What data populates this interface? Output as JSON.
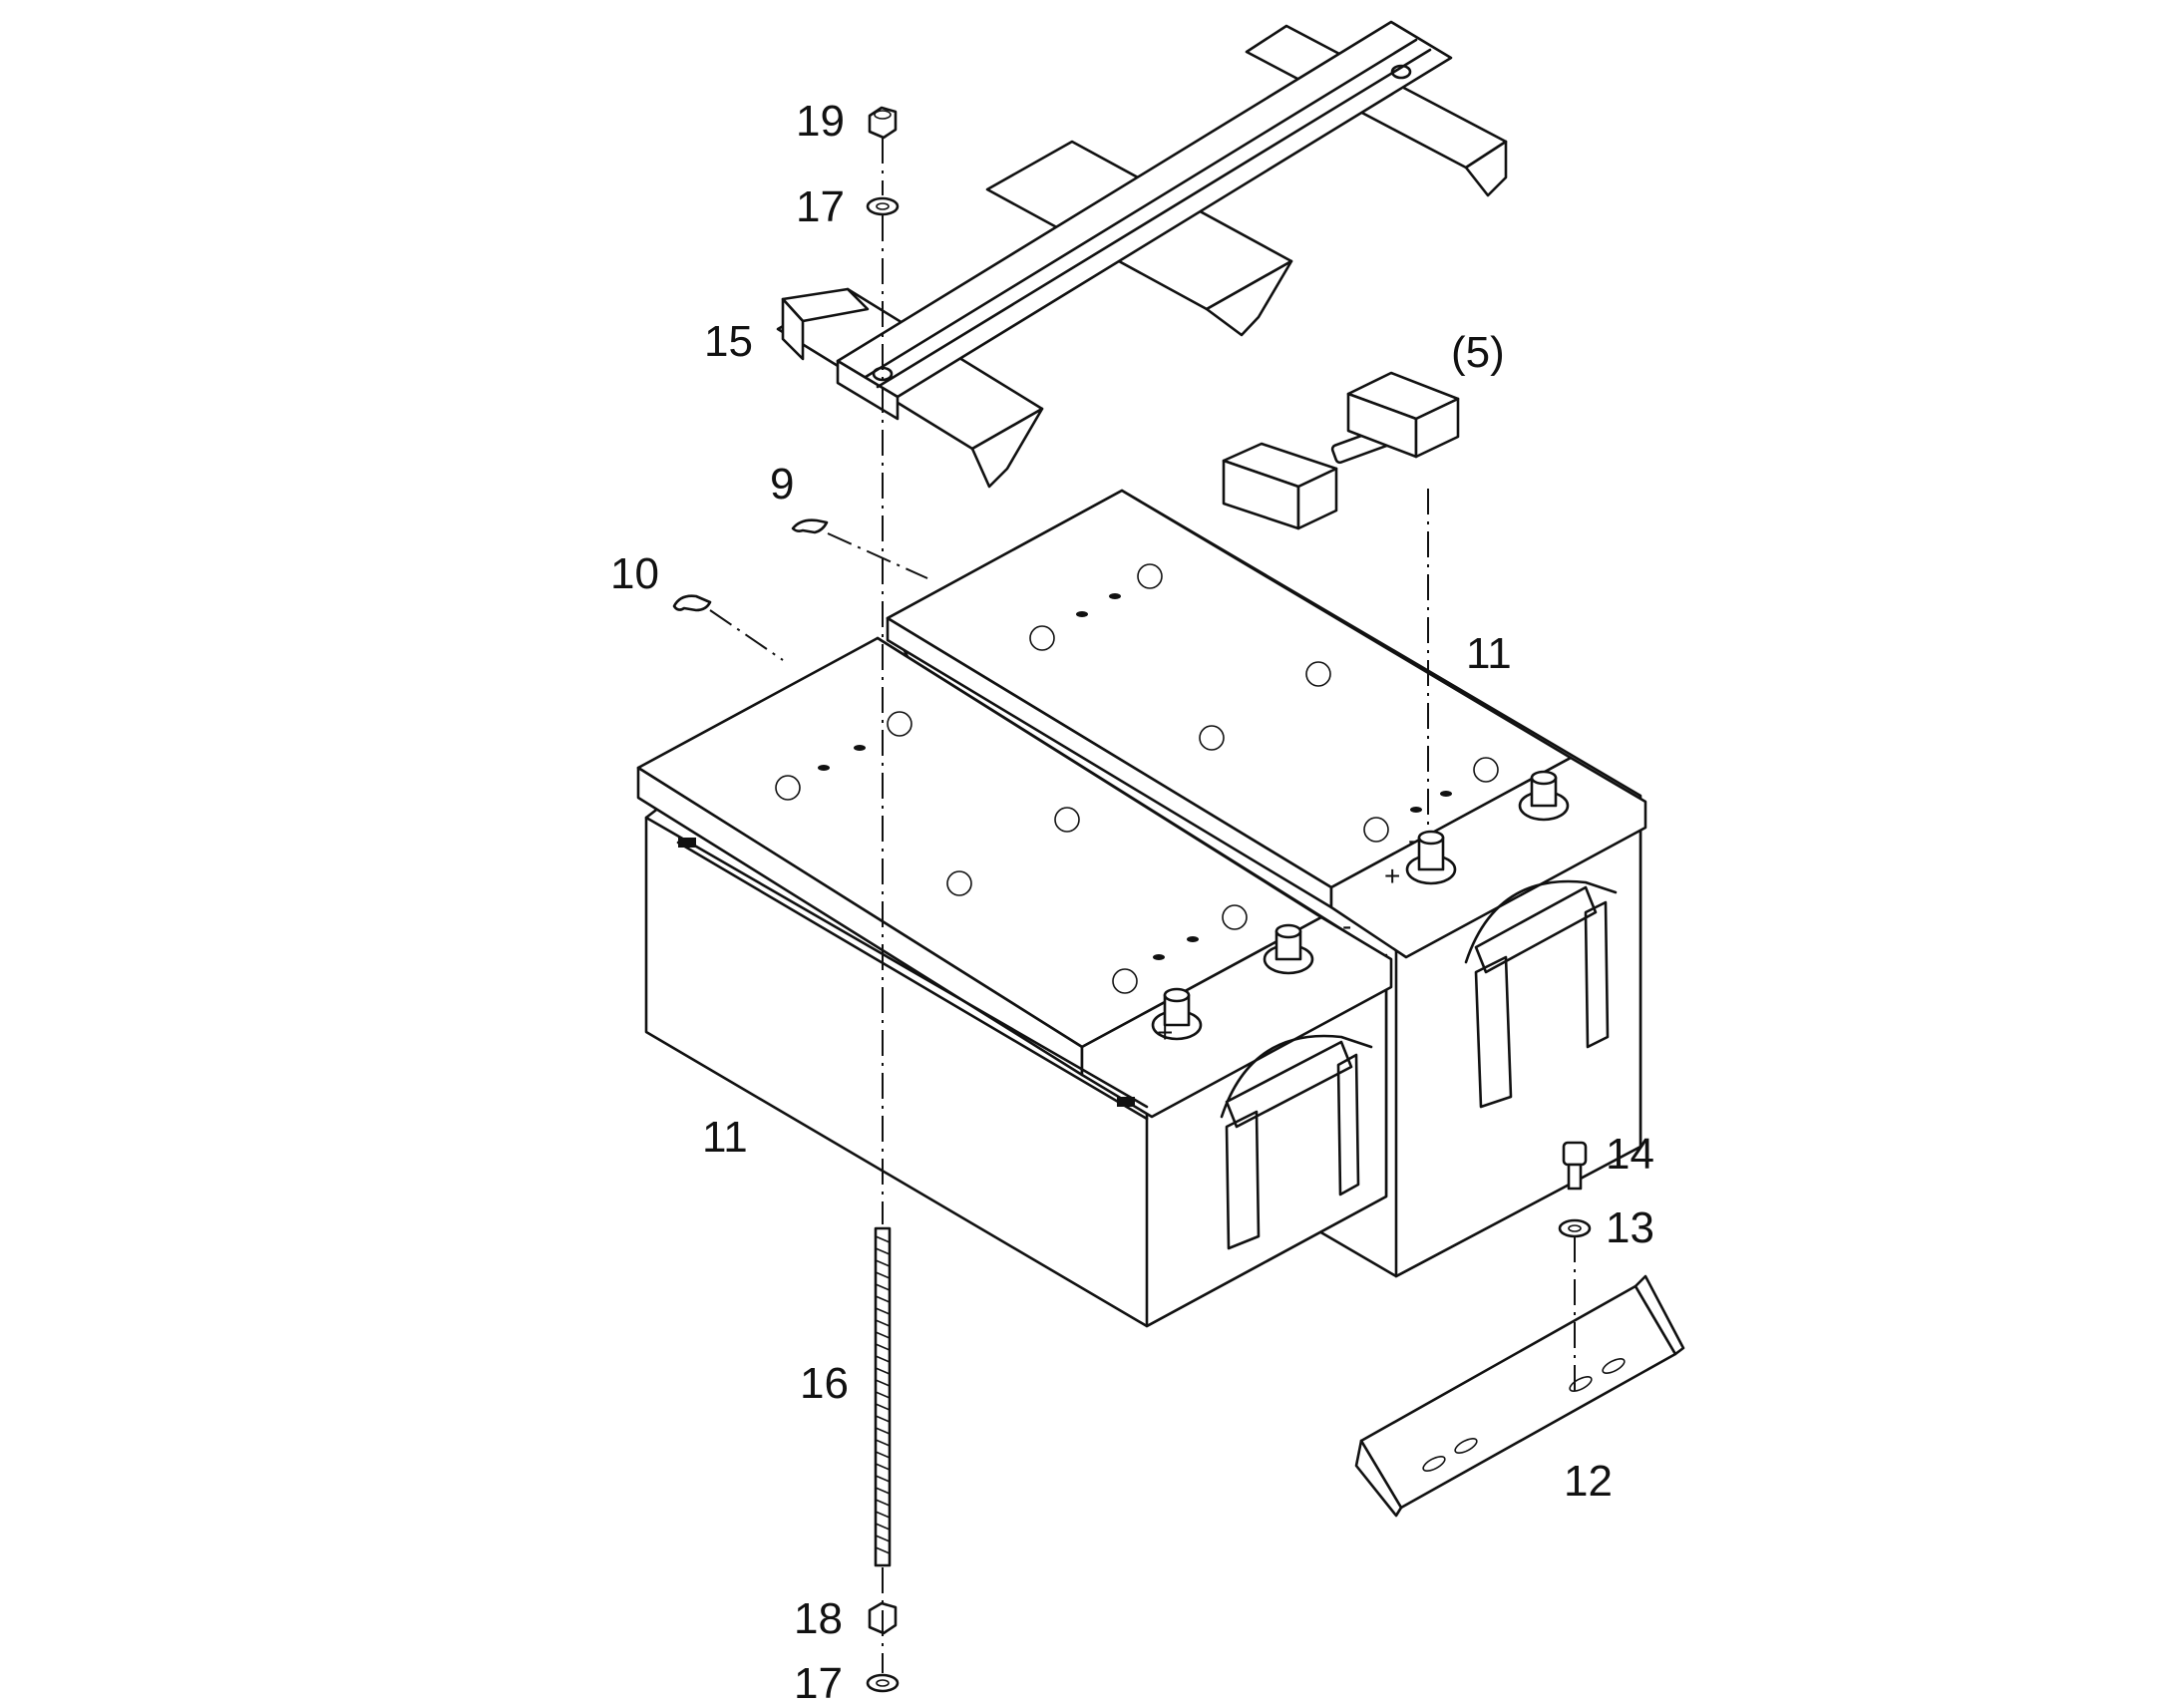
{
  "diagram": {
    "callouts": {
      "c19": "19",
      "c17_top": "17",
      "c15": "15",
      "c5": "(5)",
      "c9": "9",
      "c10": "10",
      "c11_right": "11",
      "c11_left": "11",
      "c14": "14",
      "c13": "13",
      "c16": "16",
      "c12": "12",
      "c18": "18",
      "c17_bottom": "17"
    },
    "terminal_marks": {
      "plus_left": "+",
      "minus_left": "-",
      "plus_right": "+",
      "minus_right": "-"
    }
  }
}
